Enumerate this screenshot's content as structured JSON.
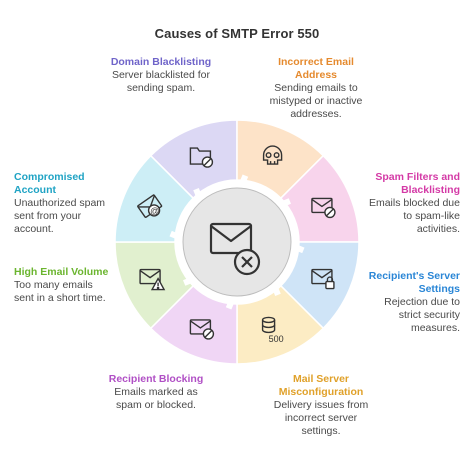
{
  "title": "Causes of SMTP Error 550",
  "causes": [
    {
      "title": "Domain Blacklisting",
      "desc": "Server blacklisted for sending spam.",
      "color": "#6f64c9",
      "fill": "#dcd8f4",
      "icon": "folder-blocked-icon"
    },
    {
      "title": "Incorrect Email Address",
      "desc": "Sending emails to mistyped or inactive addresses.",
      "color": "#e58a2e",
      "fill": "#fde3c8",
      "icon": "skull-icon"
    },
    {
      "title": "Spam Filters and Blacklisting",
      "desc": "Emails blocked due to spam-like activities.",
      "color": "#d43aa6",
      "fill": "#f8d4ec",
      "icon": "envelope-blocked-icon"
    },
    {
      "title": "Recipient's Server Settings",
      "desc": "Rejection due to strict security measures.",
      "color": "#2a86d6",
      "fill": "#cfe4f7",
      "icon": "envelope-lock-icon"
    },
    {
      "title": "Mail Server Misconfiguration",
      "desc": "Delivery issues from incorrect server settings.",
      "color": "#e0a12a",
      "fill": "#fcecc4",
      "icon": "server-500-icon"
    },
    {
      "title": "Recipient Blocking",
      "desc": "Emails marked as spam or blocked.",
      "color": "#b04fc5",
      "fill": "#f0d6f5",
      "icon": "envelope-blocked-icon"
    },
    {
      "title": "High Email Volume",
      "desc": "Too many emails sent in a short time.",
      "color": "#6bb52f",
      "fill": "#e1f0cf",
      "icon": "envelope-warning-icon"
    },
    {
      "title": "Compromised Account",
      "desc": "Unauthorized spam sent from your account.",
      "color": "#1fa3c4",
      "fill": "#cdeef6",
      "icon": "envelope-at-icon"
    }
  ],
  "center_icon": "envelope-error-icon"
}
